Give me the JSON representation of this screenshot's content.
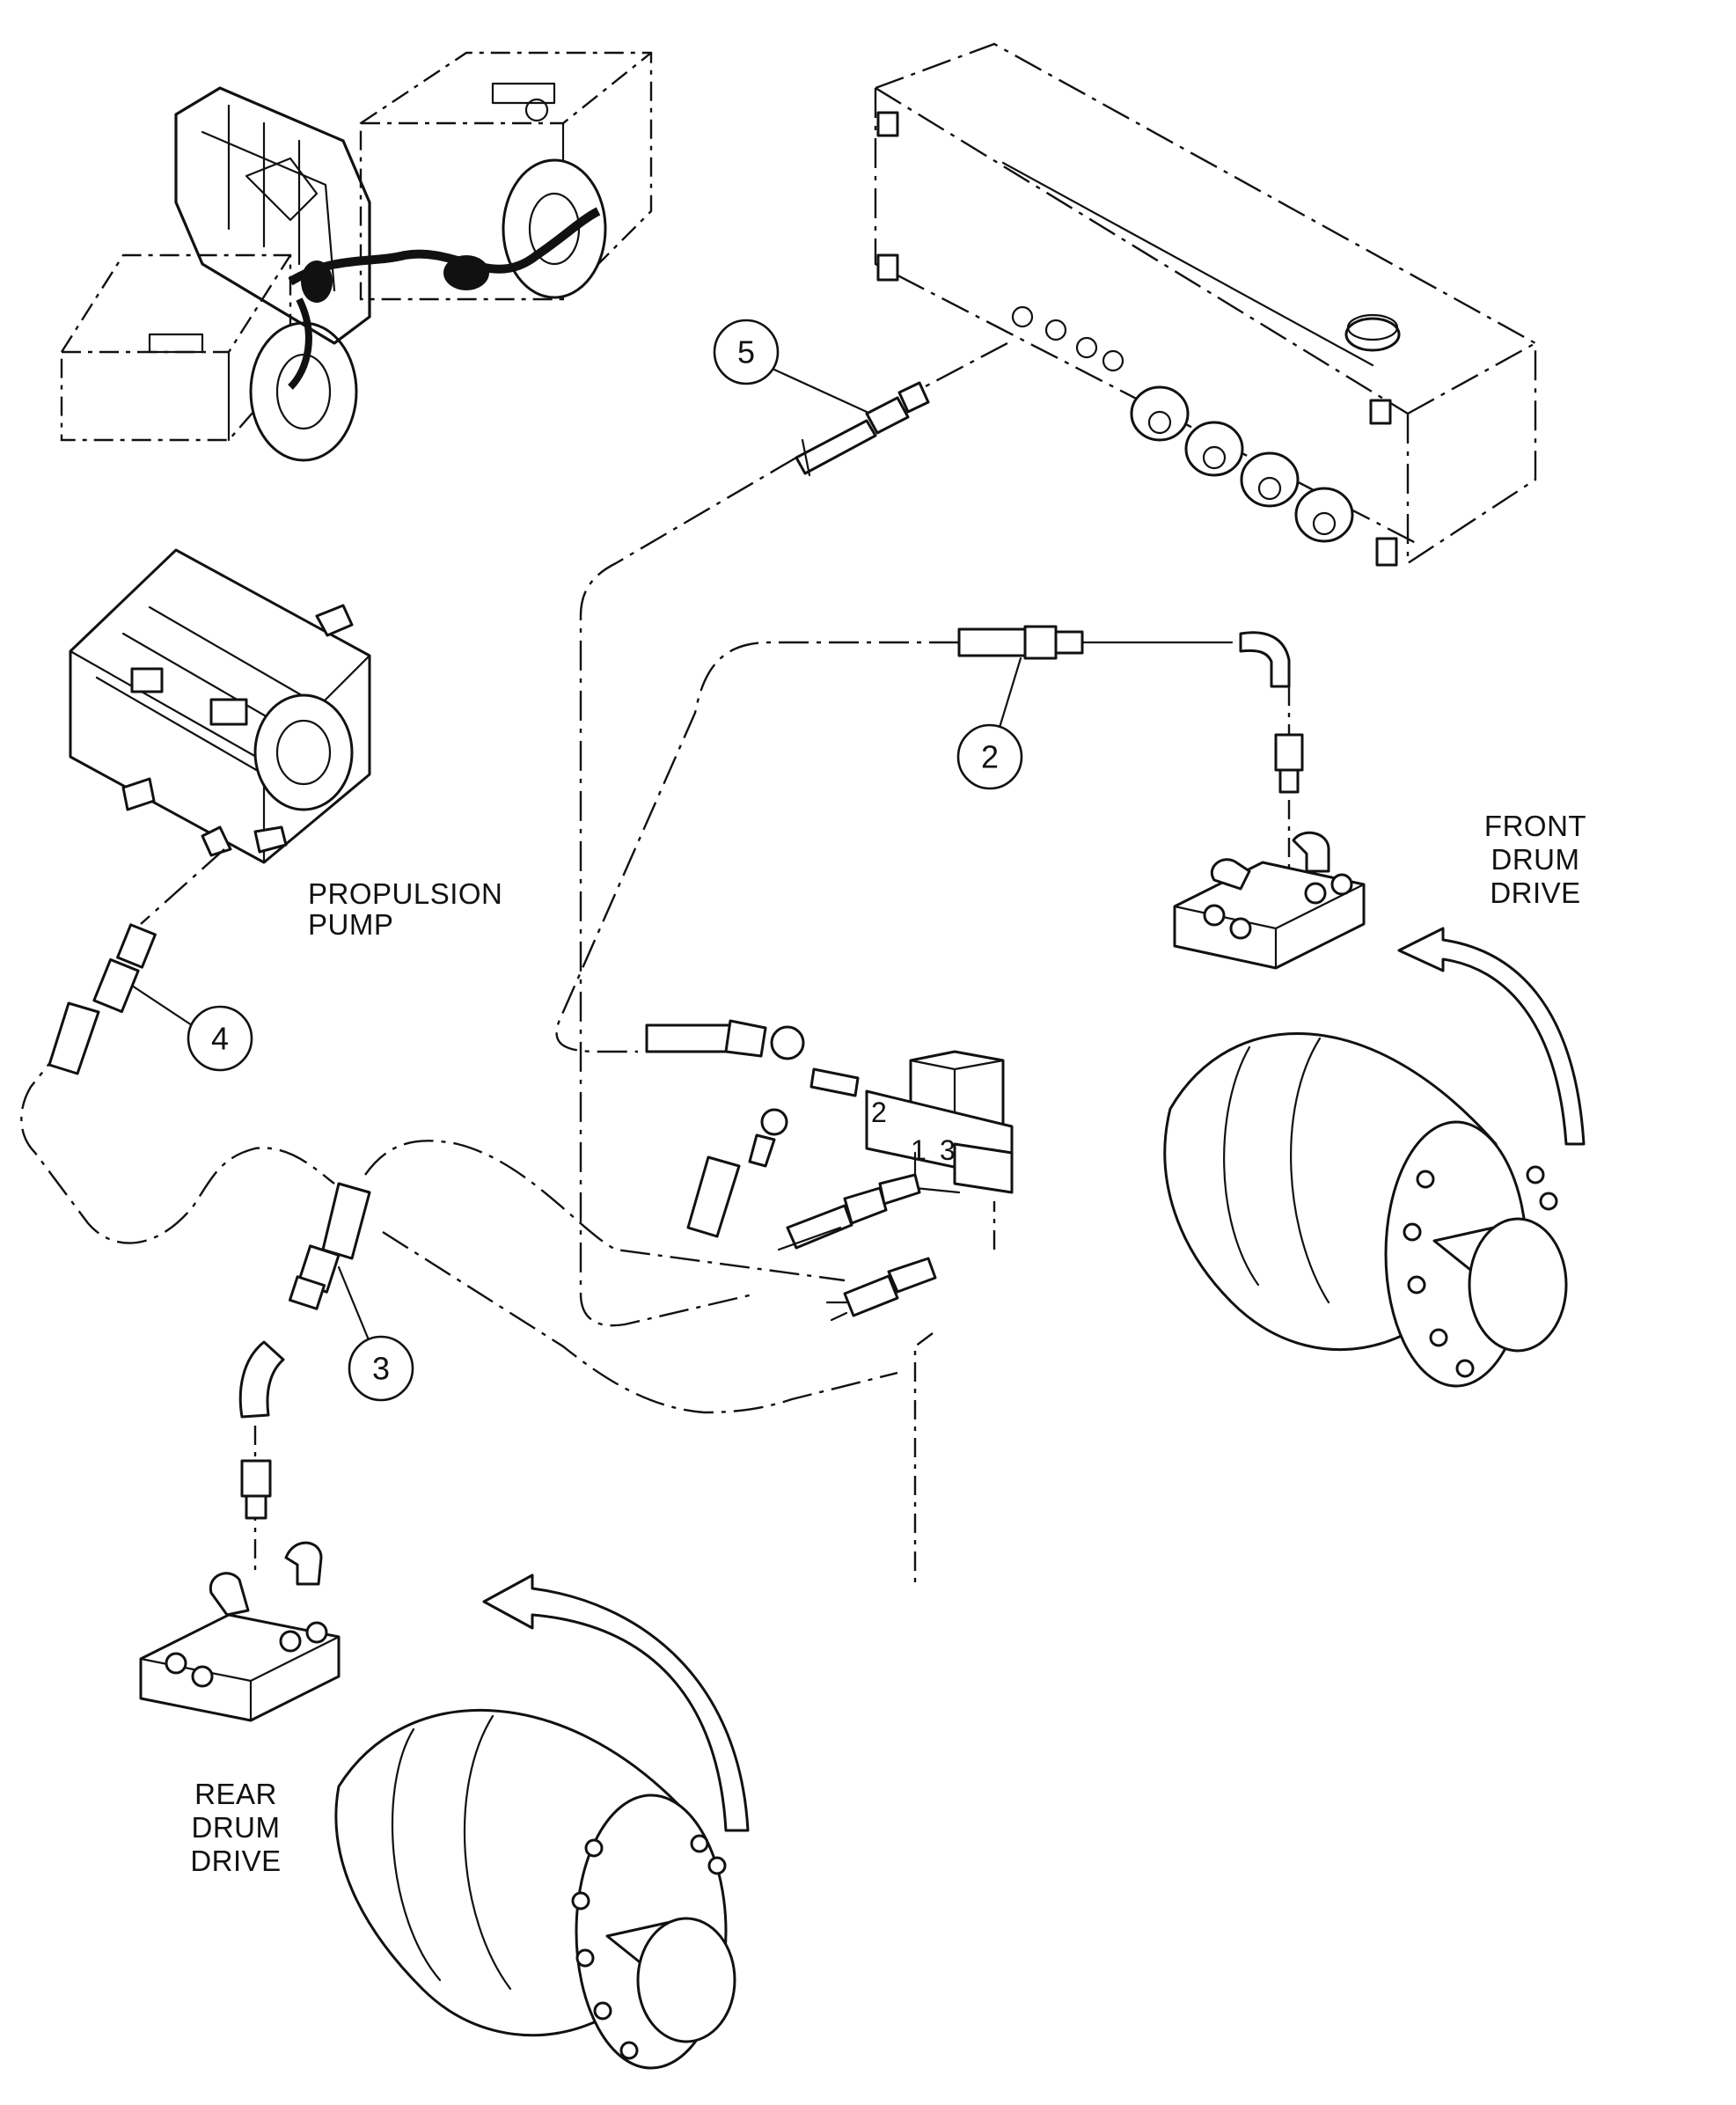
{
  "callouts": [
    "5",
    "2",
    "4",
    "3"
  ],
  "labels": {
    "propulsion_pump": [
      "PROPULSION",
      "PUMP"
    ],
    "front_drum_drive": [
      "FRONT",
      "DRUM",
      "DRIVE"
    ],
    "rear_drum_drive": [
      "REAR",
      "DRUM",
      "DRIVE"
    ]
  },
  "valve_ports": [
    "2",
    "1",
    "3"
  ],
  "icons": {
    "roller": "machine-overview-icon",
    "tank": "hydraulic-tank-icon",
    "pump": "propulsion-pump-icon",
    "front_motor": "drum-motor-icon",
    "rear_motor": "drum-motor-icon",
    "valve": "flow-divider-valve-icon"
  }
}
